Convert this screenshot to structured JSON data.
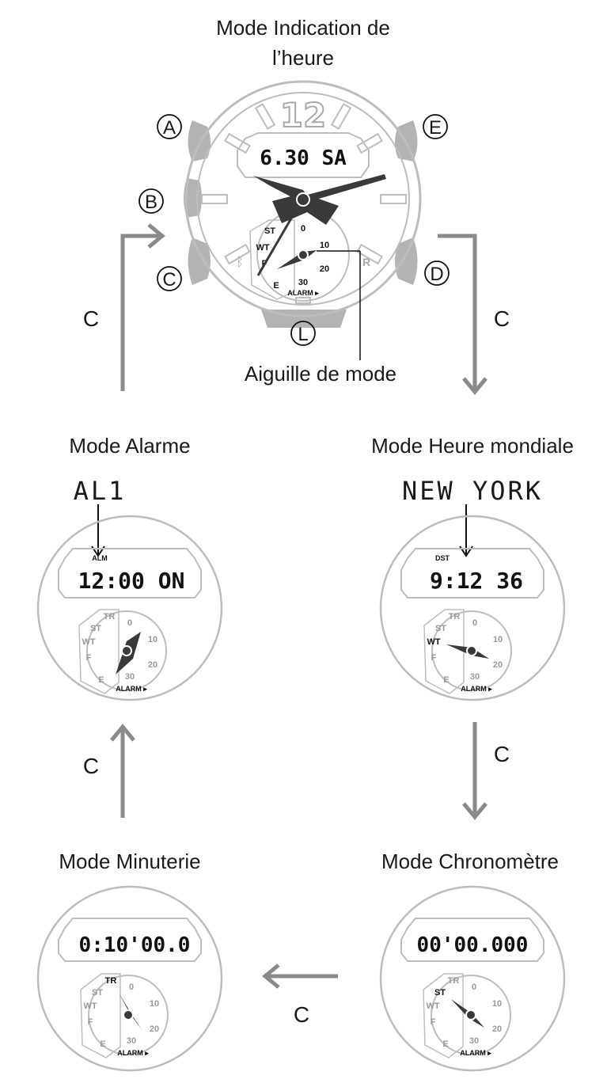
{
  "modes": {
    "timekeeping": {
      "title_line1": "Mode Indication de",
      "title_line2": "l’heure",
      "display": "6.30 SA",
      "digit_12": "12",
      "sub_dial": {
        "labels": [
          "ST",
          "WT",
          "F",
          "E"
        ],
        "scale": [
          "0",
          "10",
          "20",
          "30"
        ],
        "alarm": "ALARM ▸"
      },
      "r_mark": "R"
    },
    "alarm": {
      "title": "Mode Alarme",
      "callout": "AL1",
      "indicator": "ALM",
      "display": "12:00 ON"
    },
    "world_time": {
      "title": "Mode Heure mondiale",
      "callout": "NEW YORK",
      "indicator": "DST",
      "display": "9:12 36"
    },
    "timer": {
      "title": "Mode Minuterie",
      "display": "0:10'00.0"
    },
    "stopwatch": {
      "title": "Mode Chronomètre",
      "display": "00'00.000"
    }
  },
  "buttons": {
    "a": "A",
    "b": "B",
    "c": "C",
    "d": "D",
    "e": "E",
    "l": "L"
  },
  "mode_hand_label": "Aiguille de mode",
  "transition_label": "C",
  "small_dial": {
    "labels": [
      "TR",
      "ST",
      "WT",
      "F",
      "E"
    ],
    "scale": [
      "0",
      "10",
      "20",
      "30"
    ],
    "alarm": "ALARM ▸"
  },
  "colors": {
    "outline": "#bdbdbd",
    "button": "#b3b3b3",
    "hand": "#3a3a3a",
    "arrow": "#8a8a8a"
  }
}
